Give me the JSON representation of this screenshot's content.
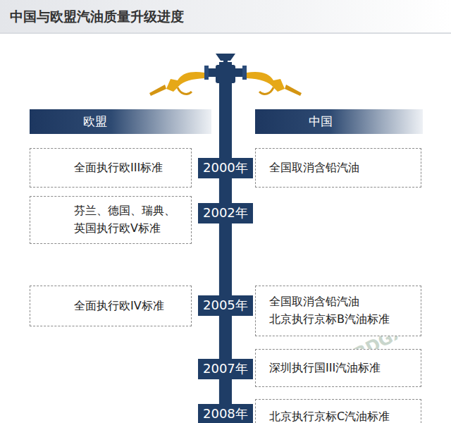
{
  "diagram": {
    "title": "中国与欧盟汽油质量升级进度",
    "nodes": [
      {
        "text": [
          "欧盟"
        ]
      },
      {
        "text": [
          "中国"
        ]
      },
      {
        "text": [
          "2000年"
        ]
      },
      {
        "text": [
          "全面执行欧III标准"
        ]
      },
      {
        "text": [
          "全国取消含铅汽油"
        ]
      },
      {
        "text": [
          "2002年"
        ]
      },
      {
        "text": [
          "芬兰、德国、瑞典、英国执行欧V标准"
        ]
      },
      {
        "text": [
          "2005年"
        ]
      },
      {
        "text": [
          "全面执行欧IV标准"
        ]
      },
      {
        "text": [
          "全国取消含铅汽油",
          "北京执行京标B汽油标准"
        ]
      },
      {
        "text": [
          "2007年"
        ]
      },
      {
        "text": [
          "深圳执行国III汽油标准"
        ]
      },
      {
        "text": [
          "2008年"
        ]
      },
      {
        "text": [
          "北京执行京标C汽油标准"
        ]
      }
    ],
    "edges": [
      {
        "from": 2,
        "to": 5,
        "arrow": "none"
      },
      {
        "from": 5,
        "to": 7,
        "arrow": "none"
      },
      {
        "from": 7,
        "to": 10,
        "arrow": "none"
      },
      {
        "from": 10,
        "to": 12,
        "arrow": "none"
      }
    ],
    "labels": [
      "BDGX"
    ]
  }
}
